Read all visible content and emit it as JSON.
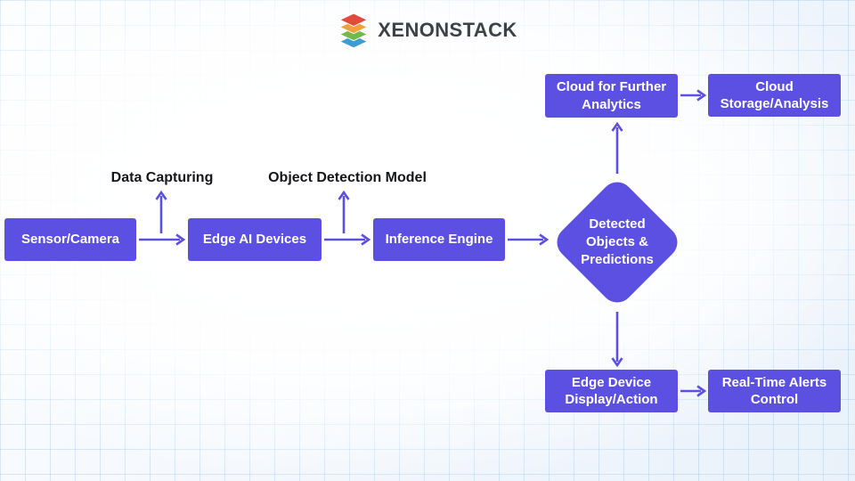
{
  "brand": {
    "name": "XENONSTACK",
    "logo": "stacked-layers-icon"
  },
  "diagram": {
    "nodes": {
      "sensor": "Sensor/Camera",
      "edge_ai": "Edge AI Devices",
      "inference": "Inference Engine",
      "detected": "Detected Objects & Predictions",
      "cloud_analytics": "Cloud for Further Analytics",
      "cloud_storage": "Cloud Storage/Analysis",
      "edge_display": "Edge Device Display/Action",
      "alerts": "Real-Time Alerts Control"
    },
    "annotations": {
      "data_capturing": "Data Capturing",
      "object_detection": "Object Detection Model"
    },
    "colors": {
      "node_fill": "#5b50e1",
      "node_text": "#ffffff",
      "arrow": "#5b50e1",
      "annotation_text": "#15161a"
    }
  }
}
